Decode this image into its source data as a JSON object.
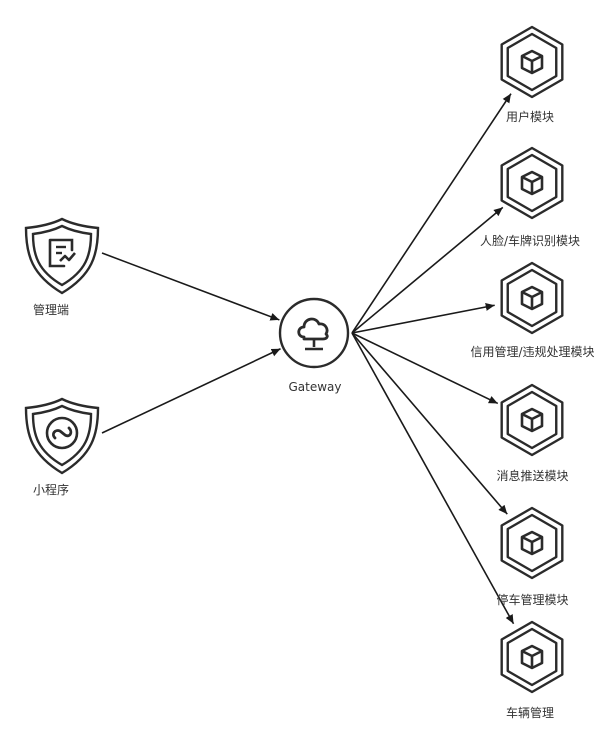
{
  "colors": {
    "line": "#1a1a1a",
    "icon": "#2b2b2b",
    "text": "#333333",
    "background": "#ffffff"
  },
  "clients": [
    {
      "id": "admin",
      "label": "管理端",
      "icon": "document-shield-icon"
    },
    {
      "id": "miniapp",
      "label": "小程序",
      "icon": "mini-program-shield-icon"
    }
  ],
  "gateway": {
    "label": "Gateway",
    "icon": "cloud-network-icon"
  },
  "services": [
    {
      "id": "user",
      "label": "用户模块",
      "icon": "module-cube-icon"
    },
    {
      "id": "face-plate",
      "label": "人脸/车牌识别模块",
      "icon": "module-cube-icon"
    },
    {
      "id": "credit",
      "label": "信用管理/违规处理模块",
      "icon": "module-cube-icon"
    },
    {
      "id": "push",
      "label": "消息推送模块",
      "icon": "module-cube-icon"
    },
    {
      "id": "parking",
      "label": "停车管理模块",
      "icon": "module-cube-icon"
    },
    {
      "id": "vehicle",
      "label": "车辆管理",
      "icon": "module-cube-icon"
    }
  ],
  "edges": [
    {
      "from": "admin",
      "to": "gateway"
    },
    {
      "from": "miniapp",
      "to": "gateway"
    },
    {
      "from": "gateway",
      "to": "user"
    },
    {
      "from": "gateway",
      "to": "face-plate"
    },
    {
      "from": "gateway",
      "to": "credit"
    },
    {
      "from": "gateway",
      "to": "push"
    },
    {
      "from": "gateway",
      "to": "parking"
    },
    {
      "from": "gateway",
      "to": "vehicle"
    }
  ]
}
